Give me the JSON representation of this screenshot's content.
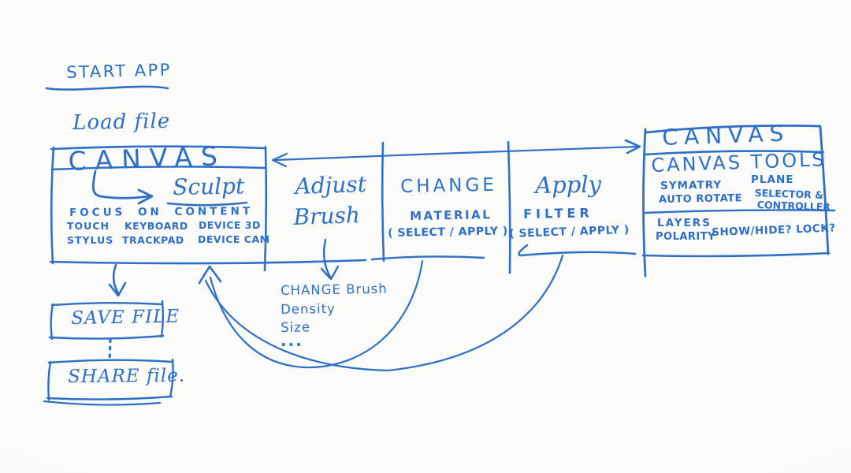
{
  "colors": {
    "ink": "#2E6FC7",
    "paper": "#FBFBF9"
  },
  "flow": {
    "start_app": "START APP",
    "load_file": "Load file",
    "left_canvas": {
      "title": "CANVAS",
      "mode": "Sculpt",
      "focus": "FOCUS ON CONTENT",
      "inputs_row1": [
        "TOUCH",
        "KEYBOARD",
        "DEVICE 3D"
      ],
      "inputs_row2": [
        "STYLUS",
        "TRACKPAD",
        "DEVICE CAM"
      ]
    },
    "steps": [
      {
        "line1": "Adjust",
        "line2": "Brush",
        "line3": ""
      },
      {
        "line1": "CHANGE",
        "line2": "MATERIAL",
        "line3": "( SELECT / APPLY )"
      },
      {
        "line1": "Apply",
        "line2": "FILTER",
        "line3": "( SELECT / APPLY )"
      }
    ],
    "brush_note": {
      "lines": [
        "CHANGE Brush",
        "Density",
        "Size",
        "..."
      ]
    },
    "right_canvas": {
      "title": "CANVAS",
      "tools_title": "CANVAS TOOLS",
      "tools_left": [
        "SYMATRY",
        "AUTO ROTATE"
      ],
      "tools_right": [
        "PLANE",
        "SELECTOR &",
        "CONTROLLER"
      ],
      "layers": [
        "LAYERS",
        "POLARITY",
        "SHOW/HIDE? LOCK?"
      ]
    },
    "save_file": "SAVE FILE",
    "share_file": "SHARE file."
  }
}
